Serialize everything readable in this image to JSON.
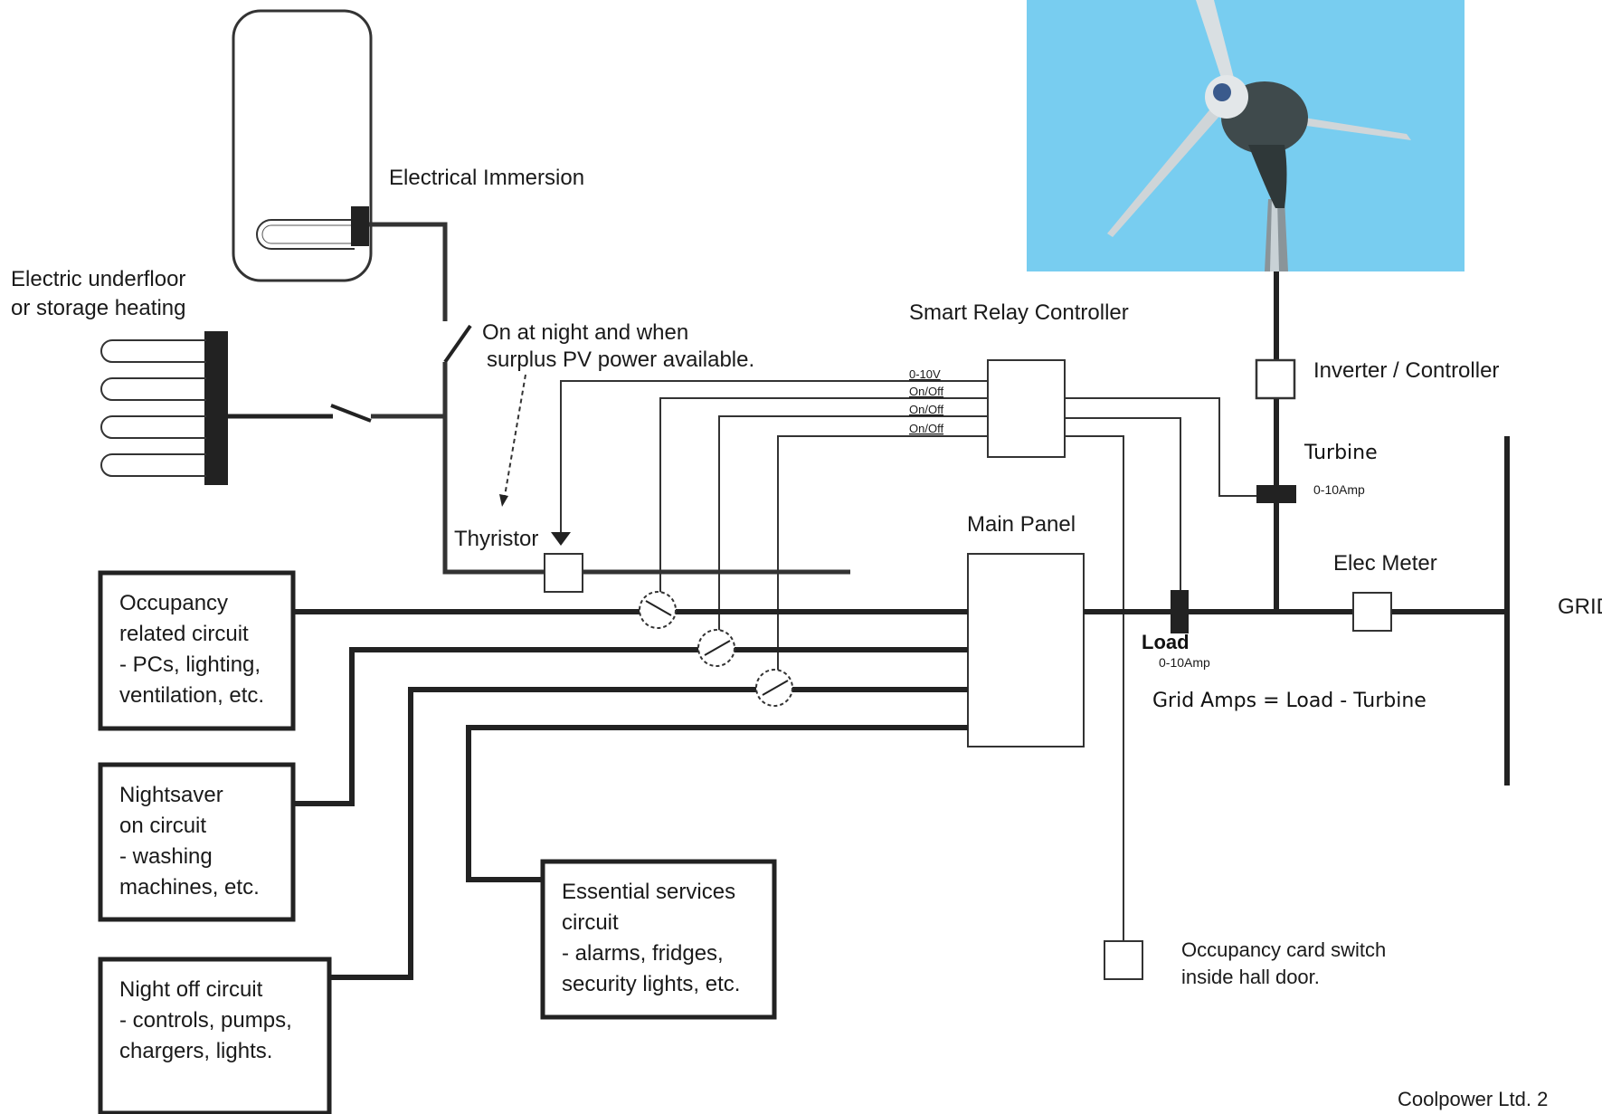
{
  "labels": {
    "electrical_immersion": "Electrical Immersion",
    "underfloor_line1": "Electric underfloor",
    "underfloor_line2": "or storage heating",
    "switch_note_line1": "On at night and when",
    "switch_note_line2": "surplus PV power available.",
    "smart_relay_controller": "Smart Relay Controller",
    "inverter_controller": "Inverter / Controller",
    "turbine": "Turbine",
    "turbine_amp": "0-10Amp",
    "main_panel": "Main Panel",
    "thyristor": "Thyristor",
    "elec_meter": "Elec Meter",
    "grid": "GRID",
    "load": "Load",
    "load_amp": "0-10Amp",
    "grid_amps_formula": "Grid Amps = Load - Turbine",
    "occupancy_card_line1": "Occupancy card switch",
    "occupancy_card_line2": "inside hall door.",
    "footer": "Coolpower Ltd. 2"
  },
  "relay_inputs": [
    "0-10V",
    "On/Off",
    "On/Off",
    "On/Off"
  ],
  "boxes": {
    "occupancy": [
      "Occupancy",
      "related circuit",
      "- PCs, lighting,",
      "ventilation, etc."
    ],
    "nightsaver": [
      "Nightsaver",
      "on circuit",
      "- washing",
      "machines, etc."
    ],
    "night_off": [
      "Night off circuit",
      "- controls, pumps,",
      "chargers, lights."
    ],
    "essential": [
      "Essential services",
      "circuit",
      "- alarms,  fridges,",
      "security lights, etc."
    ]
  },
  "colors": {
    "sky": "#78cdf0",
    "line": "#222222"
  }
}
